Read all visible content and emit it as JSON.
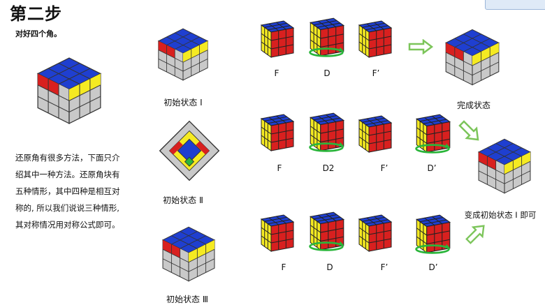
{
  "header": {
    "title": "第二步",
    "subtitle": "对好四个角。"
  },
  "description": {
    "lines": [
      "还原角有很多方法，下面只介",
      "绍其中一种方法。还原角块有",
      "五种情形，其中四种是相互对",
      "称的, 所以我们说说三种情形,",
      "其对称情况用对称公式即可。"
    ]
  },
  "states": {
    "initial_1": "初始状态 I",
    "initial_2": "初始状态 Ⅱ",
    "initial_3": "初始状态 Ⅲ",
    "complete": "完成状态",
    "change_to_initial": "变成初始状态 I 即可"
  },
  "sequences": {
    "row1": [
      "F",
      "D",
      "F’"
    ],
    "row2": [
      "F",
      "D2",
      "F’",
      "D’"
    ],
    "row3": [
      "F",
      "D",
      "F’",
      "D’"
    ]
  },
  "colors": {
    "blue": "#1f3fd0",
    "yellow": "#f5ea22",
    "red": "#d8201f",
    "gray": "#c9c9c9",
    "green": "#2ab53a",
    "arrow": "#7cc55a",
    "maroon": "#8c1f2a"
  }
}
